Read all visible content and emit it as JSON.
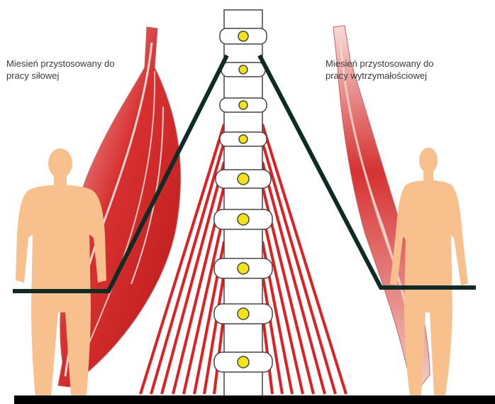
{
  "labels": {
    "left_line1": "Miesień przystosowany do",
    "left_line2": "pracy siłowej",
    "right_line1": "Miesień przystosowany do",
    "right_line2": "pracy wytrzymałościowej"
  },
  "colors": {
    "background": "#ffffff",
    "muscle_fiber": "#e02020",
    "muscle_light": "#f3c9c3",
    "lever_line": "#0f2b26",
    "vertebra_fill": "#ffffff",
    "vertebra_stroke": "#444444",
    "disc_yellow": "#f2e418",
    "body_skin": "#f7c08c",
    "ground": "#000000"
  },
  "icons": {
    "left_figure": "muscular-human-silhouette-icon",
    "right_figure": "slim-human-silhouette-icon",
    "left_muscle": "bulky-muscle-icon",
    "right_muscle": "slender-muscle-icon"
  },
  "vertebra_count": 9,
  "strand_count_per_side": 8
}
